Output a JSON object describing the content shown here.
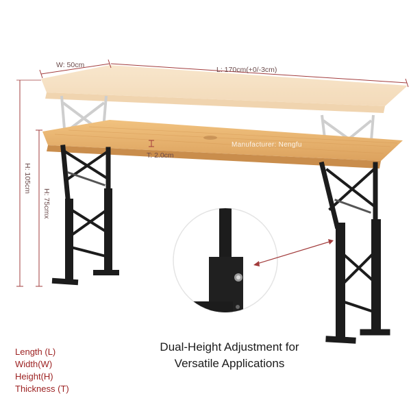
{
  "dimensions": {
    "width": "W: 50cm",
    "length": "L: 170cm(+0/-3cm)",
    "thickness": "T: 2.0cm",
    "height_max": "H: 105cm",
    "height_min": "H: 75cmx"
  },
  "watermark": "Manufacturer: Nengfu",
  "caption": {
    "line1": "Dual-Height Adjustment for",
    "line2": "Versatile Applications"
  },
  "legend": [
    "Length (L)",
    "Width(W)",
    "Height(H)",
    "Thickness (T)"
  ],
  "colors": {
    "dimension_line": "#a23c3c",
    "legend_text": "#9b1f1f",
    "wood": "#e8b36e",
    "frame": "#1c1c1c"
  }
}
